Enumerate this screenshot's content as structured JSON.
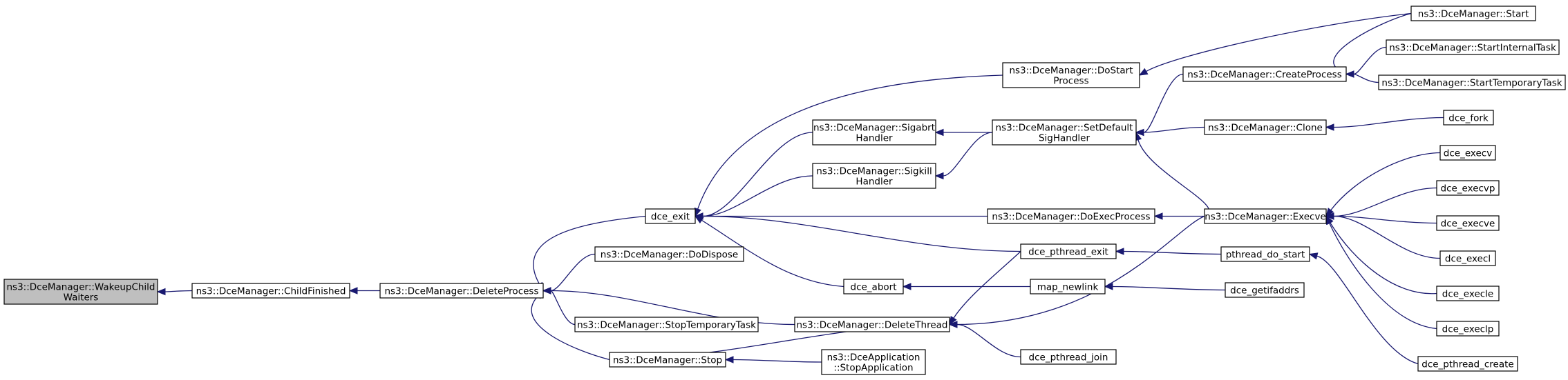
{
  "title": "",
  "nodes": [
    {
      "id": "n_wakeup",
      "lines": [
        "ns3::DceManager::WakeupChild",
        "Waiters"
      ],
      "highlight": true
    },
    {
      "id": "n_childfinished",
      "lines": [
        "ns3::DceManager::ChildFinished"
      ]
    },
    {
      "id": "n_deleteprocess",
      "lines": [
        "ns3::DceManager::DeleteProcess"
      ]
    },
    {
      "id": "n_dce_exit",
      "lines": [
        "dce_exit"
      ]
    },
    {
      "id": "n_dodispose",
      "lines": [
        "ns3::DceManager::DoDispose"
      ]
    },
    {
      "id": "n_stoptemporarytask",
      "lines": [
        "ns3::DceManager::StopTemporaryTask"
      ]
    },
    {
      "id": "n_stop",
      "lines": [
        "ns3::DceManager::Stop"
      ]
    },
    {
      "id": "n_deletethread",
      "lines": [
        "ns3::DceManager::DeleteThread"
      ]
    },
    {
      "id": "n_dostartprocess",
      "lines": [
        "ns3::DceManager::DoStart",
        "Process"
      ]
    },
    {
      "id": "n_sigabrt",
      "lines": [
        "ns3::DceManager::Sigabrt",
        "Handler"
      ]
    },
    {
      "id": "n_sigkill",
      "lines": [
        "ns3::DceManager::Sigkill",
        "Handler"
      ]
    },
    {
      "id": "n_doexecprocess",
      "lines": [
        "ns3::DceManager::DoExecProcess"
      ]
    },
    {
      "id": "n_dce_pthread_exit",
      "lines": [
        "dce_pthread_exit"
      ]
    },
    {
      "id": "n_dce_abort",
      "lines": [
        "dce_abort"
      ]
    },
    {
      "id": "n_map_newlink",
      "lines": [
        "map_newlink"
      ]
    },
    {
      "id": "n_dce_pthread_join",
      "lines": [
        "dce_pthread_join"
      ]
    },
    {
      "id": "n_stopapplication",
      "lines": [
        "ns3::DceApplication",
        "::StopApplication"
      ]
    },
    {
      "id": "n_setdefaultsig",
      "lines": [
        "ns3::DceManager::SetDefault",
        "SigHandler"
      ]
    },
    {
      "id": "n_createprocess",
      "lines": [
        "ns3::DceManager::CreateProcess"
      ]
    },
    {
      "id": "n_clone",
      "lines": [
        "ns3::DceManager::Clone"
      ]
    },
    {
      "id": "n_execve",
      "lines": [
        "ns3::DceManager::Execve"
      ]
    },
    {
      "id": "n_pthread_do_start",
      "lines": [
        "pthread_do_start"
      ]
    },
    {
      "id": "n_dce_getifaddrs",
      "lines": [
        "dce_getifaddrs"
      ]
    },
    {
      "id": "n_start",
      "lines": [
        "ns3::DceManager::Start"
      ]
    },
    {
      "id": "n_startinternaltask",
      "lines": [
        "ns3::DceManager::StartInternalTask"
      ]
    },
    {
      "id": "n_starttemporarytask",
      "lines": [
        "ns3::DceManager::StartTemporaryTask"
      ]
    },
    {
      "id": "n_dce_fork",
      "lines": [
        "dce_fork"
      ]
    },
    {
      "id": "n_dce_execv",
      "lines": [
        "dce_execv"
      ]
    },
    {
      "id": "n_dce_execvp",
      "lines": [
        "dce_execvp"
      ]
    },
    {
      "id": "n_dce_execve",
      "lines": [
        "dce_execve"
      ]
    },
    {
      "id": "n_dce_execl",
      "lines": [
        "dce_execl"
      ]
    },
    {
      "id": "n_dce_execle",
      "lines": [
        "dce_execle"
      ]
    },
    {
      "id": "n_dce_execlp",
      "lines": [
        "dce_execlp"
      ]
    },
    {
      "id": "n_dce_pthread_create",
      "lines": [
        "dce_pthread_create"
      ]
    }
  ],
  "edges": [
    {
      "from": "n_childfinished",
      "to": "n_wakeup"
    },
    {
      "from": "n_deleteprocess",
      "to": "n_childfinished"
    },
    {
      "from": "n_dce_exit",
      "to": "n_deleteprocess"
    },
    {
      "from": "n_dodispose",
      "to": "n_deleteprocess"
    },
    {
      "from": "n_stoptemporarytask",
      "to": "n_deleteprocess"
    },
    {
      "from": "n_stop",
      "to": "n_deleteprocess"
    },
    {
      "from": "n_deletethread",
      "to": "n_deleteprocess"
    },
    {
      "from": "n_dostartprocess",
      "to": "n_dce_exit"
    },
    {
      "from": "n_sigabrt",
      "to": "n_dce_exit"
    },
    {
      "from": "n_sigkill",
      "to": "n_dce_exit"
    },
    {
      "from": "n_doexecprocess",
      "to": "n_dce_exit"
    },
    {
      "from": "n_dce_pthread_exit",
      "to": "n_dce_exit"
    },
    {
      "from": "n_dce_abort",
      "to": "n_dce_exit"
    },
    {
      "from": "n_stop",
      "to": "n_deletethread"
    },
    {
      "from": "n_stopapplication",
      "to": "n_stop"
    },
    {
      "from": "n_dce_pthread_exit",
      "to": "n_deletethread"
    },
    {
      "from": "n_dce_pthread_join",
      "to": "n_deletethread"
    },
    {
      "from": "n_execve",
      "to": "n_deletethread"
    },
    {
      "from": "n_setdefaultsig",
      "to": "n_sigabrt"
    },
    {
      "from": "n_setdefaultsig",
      "to": "n_sigkill"
    },
    {
      "from": "n_map_newlink",
      "to": "n_dce_abort"
    },
    {
      "from": "n_start",
      "to": "n_dostartprocess"
    },
    {
      "from": "n_createprocess",
      "to": "n_setdefaultsig"
    },
    {
      "from": "n_clone",
      "to": "n_setdefaultsig"
    },
    {
      "from": "n_execve",
      "to": "n_setdefaultsig"
    },
    {
      "from": "n_execve",
      "to": "n_doexecprocess"
    },
    {
      "from": "n_pthread_do_start",
      "to": "n_dce_pthread_exit"
    },
    {
      "from": "n_dce_getifaddrs",
      "to": "n_map_newlink"
    },
    {
      "from": "n_start",
      "to": "n_createprocess"
    },
    {
      "from": "n_startinternaltask",
      "to": "n_createprocess"
    },
    {
      "from": "n_starttemporarytask",
      "to": "n_createprocess"
    },
    {
      "from": "n_dce_fork",
      "to": "n_clone"
    },
    {
      "from": "n_dce_execv",
      "to": "n_execve"
    },
    {
      "from": "n_dce_execvp",
      "to": "n_execve"
    },
    {
      "from": "n_dce_execve",
      "to": "n_execve"
    },
    {
      "from": "n_dce_execl",
      "to": "n_execve"
    },
    {
      "from": "n_dce_execle",
      "to": "n_execve"
    },
    {
      "from": "n_dce_execlp",
      "to": "n_execve"
    },
    {
      "from": "n_dce_pthread_create",
      "to": "n_pthread_do_start"
    }
  ],
  "colors": {
    "edge": "#191970",
    "node_border": "#000000",
    "node_fill": "#ffffff",
    "highlight_fill": "#bfbfbf"
  }
}
